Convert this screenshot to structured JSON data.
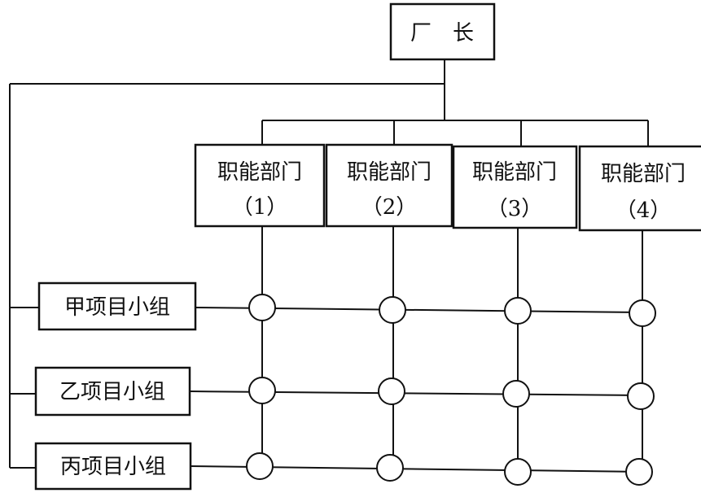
{
  "top": {
    "label": "厂　长"
  },
  "departments": [
    {
      "name": "职能部门",
      "num": "（1）"
    },
    {
      "name": "职能部门",
      "num": "（2）"
    },
    {
      "name": "职能部门",
      "num": "（3）"
    },
    {
      "name": "职能部门",
      "num": "（4）"
    }
  ],
  "projects": [
    {
      "label": "甲项目小组"
    },
    {
      "label": "乙项目小组"
    },
    {
      "label": "丙项目小组"
    }
  ]
}
